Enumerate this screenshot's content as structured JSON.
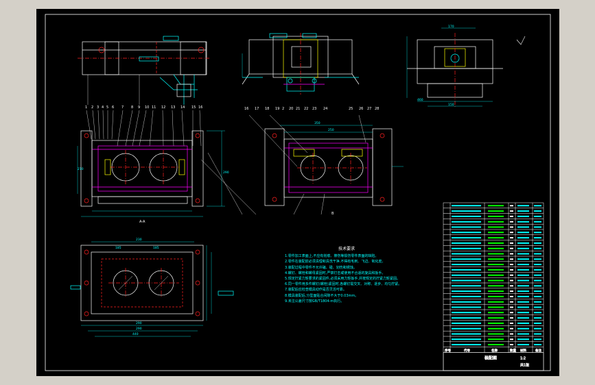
{
  "drawing": {
    "background": "#000000",
    "border_color": "#ffffff",
    "line_colors": {
      "outline": "#ffffff",
      "dimension": "#00ffff",
      "center": "#ff2020",
      "hidden": "#ffff00",
      "section": "#ff00ff",
      "text": "#00ff00"
    },
    "view_labels": {
      "section_a": "A-A",
      "section_b": "B"
    },
    "balloons_top": [
      "1",
      "2",
      "3",
      "4",
      "5",
      "6",
      "7",
      "8",
      "9",
      "10",
      "11",
      "12",
      "13",
      "14",
      "15",
      "16"
    ],
    "balloons_mid": [
      "16",
      "17",
      "18",
      "19",
      "2",
      "20",
      "21",
      "22",
      "23",
      "24",
      "25",
      "26",
      "27",
      "28"
    ],
    "dim_texts": [
      "230",
      "185",
      "185",
      "290",
      "290",
      "440",
      "460",
      "150",
      "350",
      "250",
      "170",
      "210",
      "290"
    ]
  },
  "notes": {
    "title": "技术要求",
    "lines": [
      "1.零件加工表面上,不应有划痕、擦伤等损伤零件表面的缺陷。",
      "2.零件在装配前必须清理和清洗干净,不得有毛刺、飞边、氧化皮。",
      "3.装配过程中零件不允许磕、碰、划伤和锈蚀。",
      "4.螺钉、螺栓和螺母紧固时,严禁打击或使用不合适的旋具和扳手。",
      "5.规定拧紧力矩要求的紧固件,必须采用力矩扳手,并按规定的拧紧力矩紧固。",
      "6.同一零件用多件螺钉(螺栓)紧固时,各螺钉需交叉、对称、逐步、均匀拧紧。",
      "7.装配后应检查模具动作是否灵活可靠。",
      "8.模具装配后,分型面贴合间隙不大于0.03mm。",
      "9.未注公差尺寸按GB/T1804-m执行。"
    ]
  },
  "bom": {
    "rows": 27,
    "header": [
      "序号",
      "代号",
      "名称",
      "数量",
      "材料",
      "备注"
    ],
    "title_block": {
      "drawing_name": "装配图",
      "scale": "1:2",
      "sheet": "共1张"
    }
  }
}
